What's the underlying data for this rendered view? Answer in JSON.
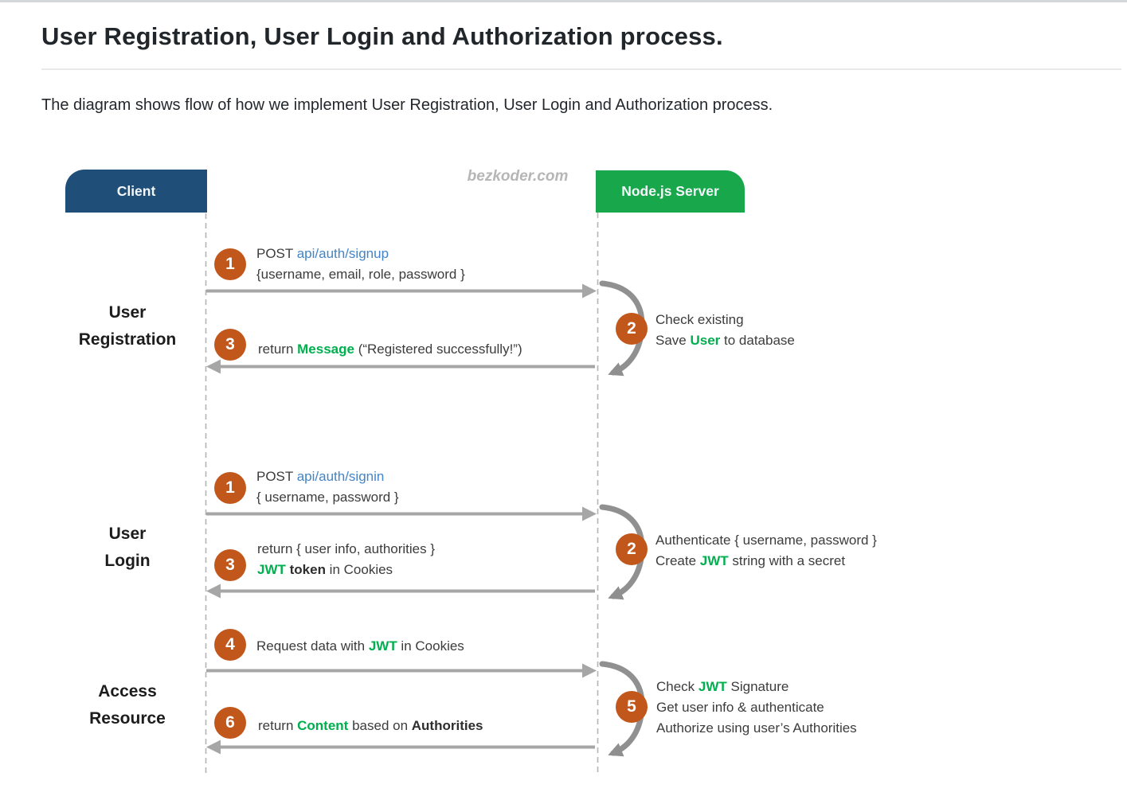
{
  "header": {
    "title": "User Registration, User Login and Authorization process.",
    "subtitle": "The diagram shows flow of how we implement User Registration, User Login and Authorization process."
  },
  "diagram": {
    "watermark": "bezkoder.com",
    "client_label": "Client",
    "server_label": "Node.js Server",
    "reg": {
      "title1": "User",
      "title2": "Registration",
      "n1": "1",
      "n2": "2",
      "n3": "3",
      "msg1_l1": [
        {
          "t": "POST ",
          "c": "dark"
        },
        {
          "t": "api/auth/signup",
          "c": "blue"
        }
      ],
      "msg1_l2": [
        {
          "t": "{username, email, role, password }",
          "c": "dark"
        }
      ],
      "note_l1": [
        {
          "t": "Check existing",
          "c": "dark"
        }
      ],
      "note_l2": [
        {
          "t": "Save ",
          "c": "dark"
        },
        {
          "t": "User",
          "c": "green"
        },
        {
          "t": " to database",
          "c": "dark"
        }
      ],
      "msg3_l1": [
        {
          "t": "return ",
          "c": "dark"
        },
        {
          "t": "Message",
          "c": "green"
        },
        {
          "t": " (“Registered successfully!”)",
          "c": "dark"
        }
      ]
    },
    "login": {
      "title1": "User",
      "title2": "Login",
      "n1": "1",
      "n2": "2",
      "n3": "3",
      "msg1_l1": [
        {
          "t": "POST ",
          "c": "dark"
        },
        {
          "t": "api/auth/signin",
          "c": "blue"
        }
      ],
      "msg1_l2": [
        {
          "t": "{ username, password }",
          "c": "dark"
        }
      ],
      "note_l1": [
        {
          "t": "Authenticate { username, password }",
          "c": "dark"
        }
      ],
      "note_l2": [
        {
          "t": "Create ",
          "c": "dark"
        },
        {
          "t": "JWT",
          "c": "green"
        },
        {
          "t": " string with a secret",
          "c": "dark"
        }
      ],
      "msg3_l1": [
        {
          "t": "return { user info, authorities }",
          "c": "dark"
        }
      ],
      "msg3_l2": [
        {
          "t": "JWT",
          "c": "green"
        },
        {
          "t": " token",
          "c": "bold"
        },
        {
          "t": " in Cookies",
          "c": "dark"
        }
      ]
    },
    "access": {
      "title1": "Access",
      "title2": "Resource",
      "n4": "4",
      "n5": "5",
      "n6": "6",
      "msg4_l1": [
        {
          "t": "Request data with ",
          "c": "dark"
        },
        {
          "t": "JWT",
          "c": "green"
        },
        {
          "t": " in Cookies",
          "c": "dark"
        }
      ],
      "note_l1": [
        {
          "t": "Check ",
          "c": "dark"
        },
        {
          "t": "JWT",
          "c": "green"
        },
        {
          "t": " Signature",
          "c": "dark"
        }
      ],
      "note_l2": [
        {
          "t": "Get user info & authenticate",
          "c": "dark"
        }
      ],
      "note_l3": [
        {
          "t": "Authorize using user’s Authorities",
          "c": "dark"
        }
      ],
      "msg6_l1": [
        {
          "t": "return ",
          "c": "dark"
        },
        {
          "t": "Content",
          "c": "green"
        },
        {
          "t": " based on ",
          "c": "dark"
        },
        {
          "t": "Authorities",
          "c": "bold"
        }
      ]
    },
    "colors": {
      "client_box": "#1f4e79",
      "server_box": "#19a74b",
      "step_badge": "#c2571b",
      "api_link": "#4285c8",
      "keyword_green": "#00af4e",
      "arrow_gray": "#a6a6a6"
    }
  }
}
